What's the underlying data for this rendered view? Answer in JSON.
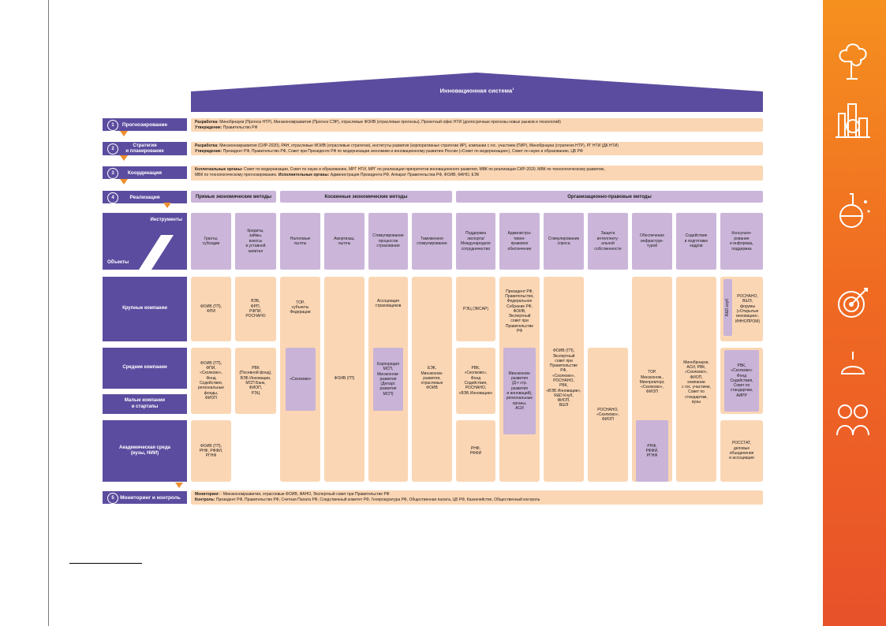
{
  "title": "Инновационная система",
  "title_sup": "1",
  "stages": [
    {
      "num": "1",
      "label": "Прогнозирование"
    },
    {
      "num": "2",
      "label": "Стратегия\nи планирование"
    },
    {
      "num": "3",
      "label": "Координация"
    },
    {
      "num": "4",
      "label": "Реализация"
    },
    {
      "num": "5",
      "label": "Мониторинг и контроль"
    }
  ],
  "bars": {
    "forecast": {
      "dev_label": "Разработка:",
      "dev_text": " Минобрнауки (Прогноз НТР), Минэкономразвития (Прогноз СЭР), отраслевые ФОИВ (отраслевые прогнозы), Проектный офис НТИ (долгосрочные прогнозы новых рынков и технологий)",
      "appr_label": "Утверждение:",
      "appr_text": " Правительство РФ"
    },
    "strategy": {
      "dev_label": "Разработка:",
      "dev_text": " Минэкономразвития (СИР-2020), РАН, отраслевые ФОИВ (отраслевые стратегии), институты развития (корпоративные стратегии ИР), компании с гос. участием (ПИР), Минобрнауки (стратегия НТР), РГ НТИ (ДК НТИ)",
      "appr_label": "Утверждение:",
      "appr_text": " Президент РФ, Правительство РФ, Совет при Президенте РФ по модернизации экономики и инновационному развитию России («Совет по модернизации»), Совет по науке и образованию, ЦБ РФ"
    },
    "coord": {
      "coll_label": "Коллегиальные органы:",
      "coll_text": " Совет по модернизации, Совет по науке и образованию, МРГ НТИ, МРГ по реализации приоритетов инновационного развития, МВК по реализации СИР-2020, МВК по технологическому развитию,",
      "coll_text2": "МВК по технологическому прогнозированию.",
      "exec_label": " Исполнительные органы:",
      "exec_text": " Администрация Президента РФ, Аппарат Правительства РФ, ФОИВ, ФАНО, ЕЭК"
    },
    "monitor": {
      "mon_label": "Мониторинг:",
      "mon_text": " : Минэкономразвития, отраслевые ФОИВ, ФАНО, Экспертный совет при Правительстве РФ",
      "ctrl_label": "Контроль:",
      "ctrl_text": " Президент РФ, Правительство РФ, Счетная Палата РФ, Следственный комитет РФ, Генпрокуратура РФ, Общественная палата, ЦБ РФ, Казначейство, Общественный контроль"
    }
  },
  "categories": {
    "direct": "Прямые экономические методы",
    "indirect": "Косвенные экономические методы",
    "org": "Организационно-правовые методы"
  },
  "instruments_label": "Инструменты",
  "objects_label": "Объекты",
  "instruments": [
    "Гранты,\nсубсидии",
    "Кредиты,\nзаймы,\nвзносы\nв уставной\nкапитал",
    "Налоговые\nльготы",
    "Амортизац.\nльготы",
    "Стимулирование\nпроцессов\nстрахования",
    "Таможенное\nстимулирование",
    "Поддержка\nэкспорта/\nМеждународное\nсотрудничество",
    "Администра-\nтивно-\nправовое\nобеспечение",
    "Стимулирование\nспроса",
    "Защита\nинтеллекту-\nальной\nсобственности",
    "Обеспечение\nинфраструк-\nтурой",
    "Содействие\nв подготовке\nкадров",
    "Консульти-\nрование\nи информац.\nподдержка"
  ],
  "objects": {
    "large": "Крупные компании",
    "medium": "Средние компании",
    "small": "Малые компании\nи стартапы",
    "academic": "Академическая среда\n(вузы, НИИ)"
  },
  "cells": {
    "c1_large": "ФОИВ (ГП),\nФПИ",
    "c1_medium": "ФОИВ (ГП),\nФПИ,\n«Сколково»,\nФонд\nСодействия,\nрегиональные\nфонды,\nФИОП",
    "c1_acad": "ФОИВ (ГП),\nРНФ, РФФИ,\nРГНФ",
    "c2_large": "ВЭБ,\nФРП,\nРФПИ,\nРОСНАНО",
    "c2_medium": "РВК\n(Посевной фонд),\nВЭБ Инновации,\nМСП Банк,\nФИОП,\nРЭЦ",
    "c3_large": "ТОР,\nсубъекты\nФедерации",
    "c3_medium": "«Сколково»",
    "c4": "ФОИВ (ГП)",
    "c5_large": "Ассоциация\nстраховщиков",
    "c5_medium": "Корпорация\nМСП,\nМинэконом-\nразвития\n(Департ.\nразвития\nМСП)",
    "c6": "ЕЭК,\nМинэконом-\nразвития,\nотраслевые\nФОИВ",
    "c7_large": "РЭЦ (ЭКСАР)",
    "c7_medium": "РВК,\n«Сколково»,\nФонд\nСодействия,\nРОСНАНО,\n«ВЭБ Инновации»",
    "c7_acad": "РНФ,\nРФФИ",
    "c8_large": "Президент РФ,\nПравительство,\nФедеральное\nСобрание РФ,\nФОИВ,\nЭкспертный\nсовет при\nПравительстве\nРФ",
    "c8_medium": "Минэконом-\nразвития\n(Д-т стр.\nразвития\nи инноваций),\nрегиональные\nорганы,\nАСИ",
    "c9": "ФОИВ (ГП),\nЭкспертный\nсовет при\nПравительстве\nРФ,\n«Сколково»,\nРОСНАНО,\nРВК,\n«ВЭБ Инновации»,\nR&D Клуб,\nФИОП,\nВШЭ",
    "c10": "РОСНАНО,\n«Сколково»,\nФИОП",
    "c11_main": "ТОР,\nМинэконом.,\nМинпромторг,\n«Сколково»,\nФИОП",
    "c11_acad": "РНФ,\nРФФИ,\nРГНФ",
    "c12": "Минобрнауки,\nАСИ, РВК,\n«Сколково»,\nФИОП,\nкомпании\nс гос. участием,\nСовет по\nстандартам,\nвузы",
    "c13_rd": "R&D клуб",
    "c13_large": "РОСНАНО,\nВШЭ,\nфорумы\n(«Открытые\nинновации»,\nИННОПРОМ)",
    "c13_medium": "РВК,\n«Сколково»\nФонд\nСодействия,\nСовет по\nстандартам,\nАИРР",
    "c13_acad": "РОССТАТ,\nделовые\nобъединения\nи ассоциации"
  },
  "colors": {
    "purple": "#5c4c9f",
    "lilac": "#cbb6d9",
    "peach": "#fbd6b4",
    "orange": "#f06b22"
  }
}
